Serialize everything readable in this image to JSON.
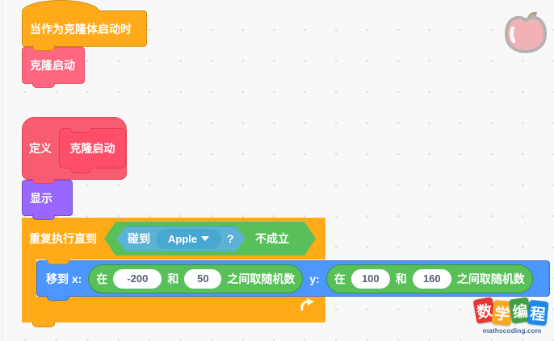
{
  "colors": {
    "control": "#FFAB19",
    "control_border": "#CF8B17",
    "motion": "#4C97FF",
    "motion_border": "#3373CC",
    "looks": "#9966FF",
    "looks_border": "#774DCB",
    "operators": "#59C059",
    "operators_border": "#389438",
    "sensing": "#5CB1D6",
    "sensing_border": "#2E8EB8",
    "my_blocks": "#FF6680",
    "my_blocks_border": "#E8506B",
    "define_fill": "#F85C70",
    "prototype_fill": "#FF4D6A",
    "workspace_bg": "#F8F8F8"
  },
  "blocks": {
    "when_clone_starts": {
      "label": "当作为克隆体启动时"
    },
    "clone_start_call": {
      "label": "克隆启动"
    },
    "define": {
      "keyword": "定义",
      "prototype": "克隆启动"
    },
    "show": {
      "label": "显示"
    },
    "repeat_until": {
      "label": "重复执行直到",
      "not_operator": {
        "label": "不成立"
      },
      "touching": {
        "label": "碰到",
        "target": "Apple",
        "suffix": "?"
      }
    },
    "goto_xy": {
      "x_label": "移到 x:",
      "y_label": "y:",
      "random_x": {
        "in": "在",
        "min": "-200",
        "and": "和",
        "max": "50",
        "suffix": "之间取随机数"
      },
      "random_y": {
        "in": "在",
        "min": "100",
        "and": "和",
        "max": "160",
        "suffix": "之间取随机数"
      }
    }
  },
  "icons": {
    "loop_arrow": "loop-arrow-icon",
    "dropdown_arrow": "dropdown-arrow-icon",
    "apple_sprite": "apple-image"
  },
  "watermark": {
    "chars": [
      "数",
      "学",
      "编",
      "程"
    ],
    "domain": "mathscoding.com"
  }
}
